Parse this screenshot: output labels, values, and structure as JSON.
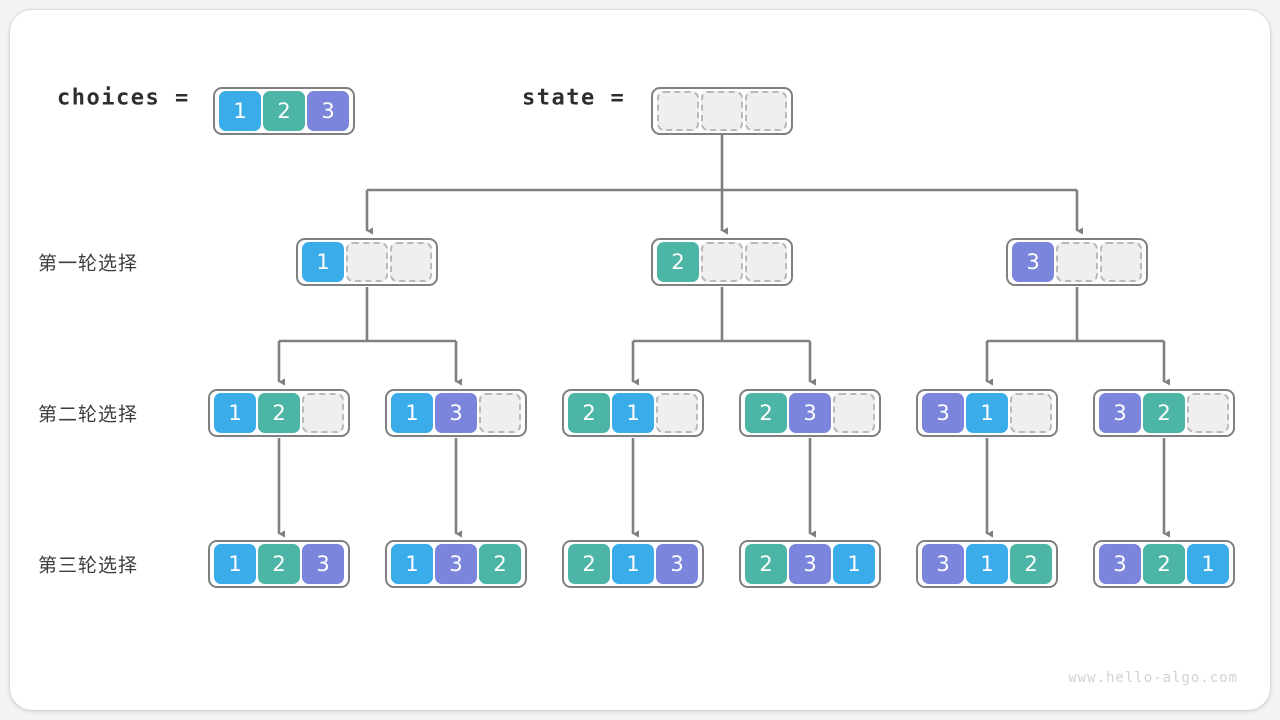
{
  "header": {
    "choices_label": "choices  =",
    "state_label": "state  ="
  },
  "colors": {
    "value_1": "#3bacea",
    "value_2": "#4cb5a5",
    "value_3": "#7b85dc",
    "empty_cell": "#efefef",
    "empty_border": "#b9b9b9",
    "array_border": "#808080",
    "edge": "#808080",
    "canvas": "#f3f3f3",
    "card": "#ffffff",
    "text": "#3d3d3d"
  },
  "choices": [
    "1",
    "2",
    "3"
  ],
  "root_state": [
    "",
    "",
    ""
  ],
  "rows": [
    {
      "label": "第一轮选择",
      "nodes": [
        {
          "cells": [
            "1",
            "",
            ""
          ]
        },
        {
          "cells": [
            "2",
            "",
            ""
          ]
        },
        {
          "cells": [
            "3",
            "",
            ""
          ]
        }
      ]
    },
    {
      "label": "第二轮选择",
      "nodes": [
        {
          "cells": [
            "1",
            "2",
            ""
          ]
        },
        {
          "cells": [
            "1",
            "3",
            ""
          ]
        },
        {
          "cells": [
            "2",
            "1",
            ""
          ]
        },
        {
          "cells": [
            "2",
            "3",
            ""
          ]
        },
        {
          "cells": [
            "3",
            "1",
            ""
          ]
        },
        {
          "cells": [
            "3",
            "2",
            ""
          ]
        }
      ]
    },
    {
      "label": "第三轮选择",
      "nodes": [
        {
          "cells": [
            "1",
            "2",
            "3"
          ]
        },
        {
          "cells": [
            "1",
            "3",
            "2"
          ]
        },
        {
          "cells": [
            "2",
            "1",
            "3"
          ]
        },
        {
          "cells": [
            "2",
            "3",
            "1"
          ]
        },
        {
          "cells": [
            "3",
            "1",
            "2"
          ]
        },
        {
          "cells": [
            "3",
            "2",
            "1"
          ]
        }
      ]
    }
  ],
  "watermark": "www.hello-algo.com"
}
